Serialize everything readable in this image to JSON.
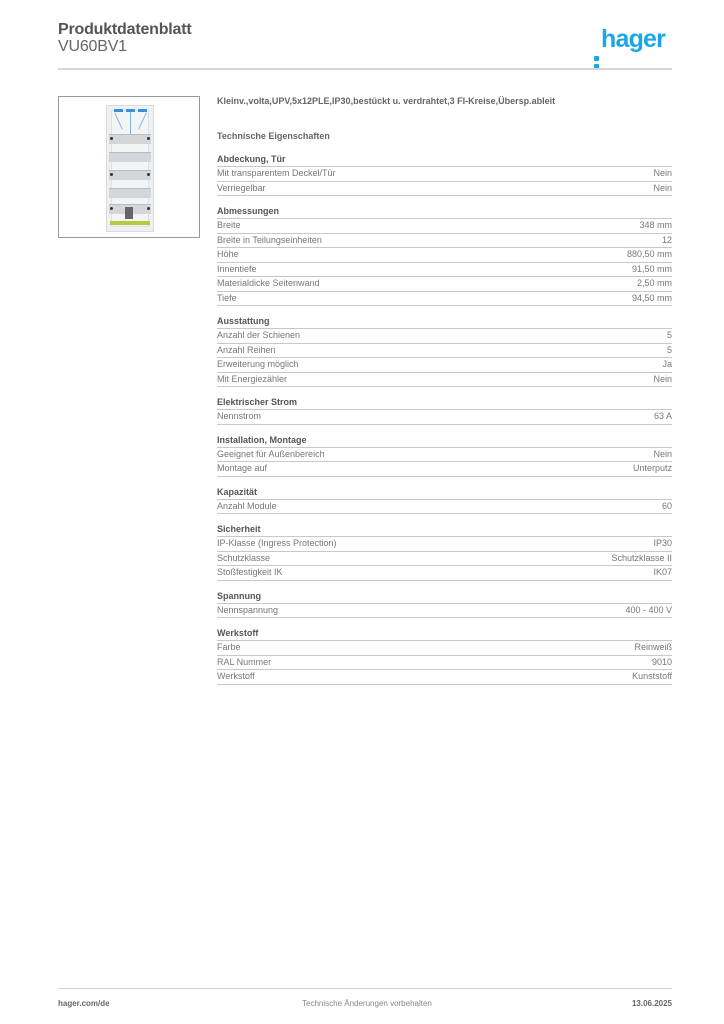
{
  "header": {
    "title": "Produktdatenblatt",
    "product_code": "VU60BV1",
    "logo_text": "hager",
    "brand_color": "#19a8e6"
  },
  "product": {
    "image_alt": "Kleinverteiler product photo",
    "description": "Kleinv.,volta,UPV,5x12PLE,IP30,bestückt u. verdrahtet,3 FI-Kreise,Übersp.ableit"
  },
  "section_heading": "Technische Eigenschaften",
  "groups": [
    {
      "title": "Abdeckung, Tür",
      "rows": [
        {
          "label": "Mit transparentem Deckel/Tür",
          "value": "Nein"
        },
        {
          "label": "Verriegelbar",
          "value": "Nein"
        }
      ]
    },
    {
      "title": "Abmessungen",
      "rows": [
        {
          "label": "Breite",
          "value": "348 mm"
        },
        {
          "label": "Breite in Teilungseinheiten",
          "value": "12"
        },
        {
          "label": "Höhe",
          "value": "880,50 mm"
        },
        {
          "label": "Innentiefe",
          "value": "91,50 mm"
        },
        {
          "label": "Materialdicke Seitenwand",
          "value": "2,50 mm"
        },
        {
          "label": "Tiefe",
          "value": "94,50 mm"
        }
      ]
    },
    {
      "title": "Ausstattung",
      "rows": [
        {
          "label": "Anzahl der Schienen",
          "value": "5"
        },
        {
          "label": "Anzahl Reihen",
          "value": "5"
        },
        {
          "label": "Erweiterung möglich",
          "value": "Ja"
        },
        {
          "label": "Mit Energiezähler",
          "value": "Nein"
        }
      ]
    },
    {
      "title": "Elektrischer Strom",
      "rows": [
        {
          "label": "Nennstrom",
          "value": "63 A"
        }
      ]
    },
    {
      "title": "Installation, Montage",
      "rows": [
        {
          "label": "Geeignet für Außenbereich",
          "value": "Nein"
        },
        {
          "label": "Montage auf",
          "value": "Unterputz"
        }
      ]
    },
    {
      "title": "Kapazität",
      "rows": [
        {
          "label": "Anzahl Module",
          "value": "60"
        }
      ]
    },
    {
      "title": "Sicherheit",
      "rows": [
        {
          "label": "IP-Klasse (Ingress Protection)",
          "value": "IP30"
        },
        {
          "label": "Schutzklasse",
          "value": "Schutzklasse II"
        },
        {
          "label": "Stoßfestigkeit IK",
          "value": "IK07"
        }
      ]
    },
    {
      "title": "Spannung",
      "rows": [
        {
          "label": "Nennspannung",
          "value": "400 - 400 V"
        }
      ]
    },
    {
      "title": "Werkstoff",
      "rows": [
        {
          "label": "Farbe",
          "value": "Reinweiß"
        },
        {
          "label": "RAL Nummer",
          "value": "9010"
        },
        {
          "label": "Werkstoff",
          "value": "Kunststoff"
        }
      ]
    }
  ],
  "footer": {
    "website": "hager.com/de",
    "notice": "Technische Änderungen vorbehalten",
    "date": "13.06.2025"
  }
}
